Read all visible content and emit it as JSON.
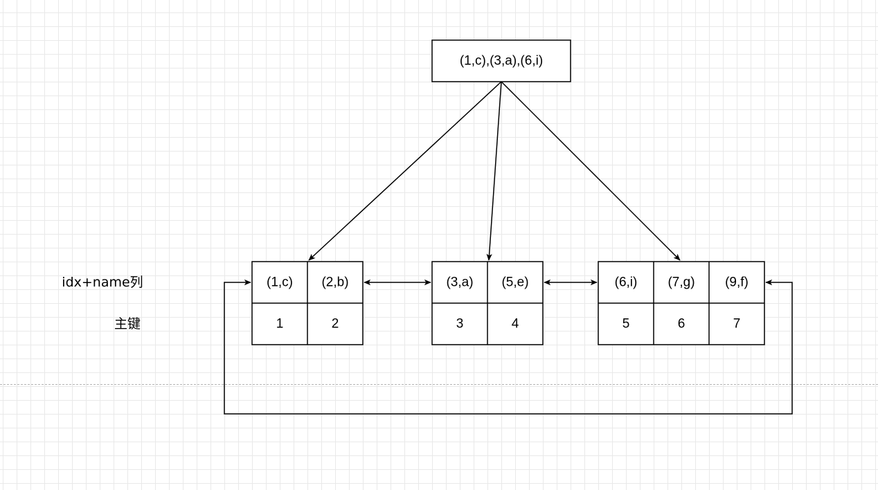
{
  "root_node": {
    "label": "(1,c),(3,a),(6,i)"
  },
  "row_labels": {
    "index_row": "idx+name列",
    "key_row": "主键"
  },
  "leaf_nodes": [
    {
      "keys": [
        "(1,c)",
        "(2,b)"
      ],
      "primary_keys": [
        "1",
        "2"
      ]
    },
    {
      "keys": [
        "(3,a)",
        "(5,e)"
      ],
      "primary_keys": [
        "3",
        "4"
      ]
    },
    {
      "keys": [
        "(6,i)",
        "(7,g)",
        "(9,f)"
      ],
      "primary_keys": [
        "5",
        "6",
        "7"
      ]
    }
  ]
}
